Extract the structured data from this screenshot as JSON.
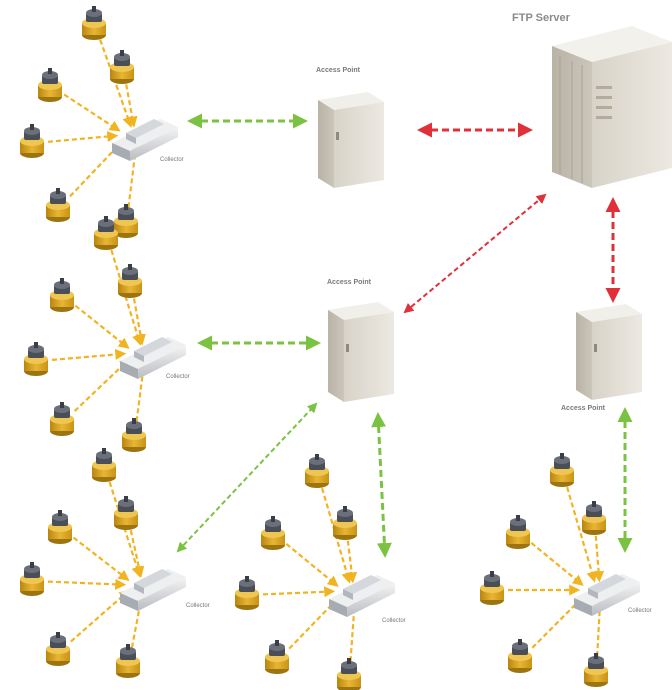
{
  "ftp_server": {
    "label": "FTP Server"
  },
  "access_points": [
    {
      "id": "ap1",
      "label": "Access Point"
    },
    {
      "id": "ap2",
      "label": "Access Point"
    },
    {
      "id": "ap3",
      "label": "Access Point"
    }
  ],
  "collectors": [
    {
      "id": "c1",
      "label": "Collector",
      "meters": 6
    },
    {
      "id": "c2",
      "label": "Collector",
      "meters": 6
    },
    {
      "id": "c3",
      "label": "Collector",
      "meters": 6
    },
    {
      "id": "c4",
      "label": "Collector",
      "meters": 6
    },
    {
      "id": "c5",
      "label": "Collector",
      "meters": 6
    }
  ],
  "links": [
    {
      "from": "c1",
      "to": "ap1",
      "kind": "wireless"
    },
    {
      "from": "c2",
      "to": "ap2",
      "kind": "wireless"
    },
    {
      "from": "c3",
      "to": "ap2",
      "kind": "wireless"
    },
    {
      "from": "c4",
      "to": "ap2",
      "kind": "wireless"
    },
    {
      "from": "c5",
      "to": "ap3",
      "kind": "wireless"
    },
    {
      "from": "ap1",
      "to": "ftp",
      "kind": "backhaul"
    },
    {
      "from": "ap2",
      "to": "ftp",
      "kind": "backhaul"
    },
    {
      "from": "ap3",
      "to": "ftp",
      "kind": "backhaul"
    }
  ],
  "colors": {
    "meter_link": "#f2b320",
    "wireless_link": "#7cc242",
    "backhaul_link": "#e0303a",
    "cabinet": "#e4e0d6",
    "meter_body": "#d9a21c"
  }
}
